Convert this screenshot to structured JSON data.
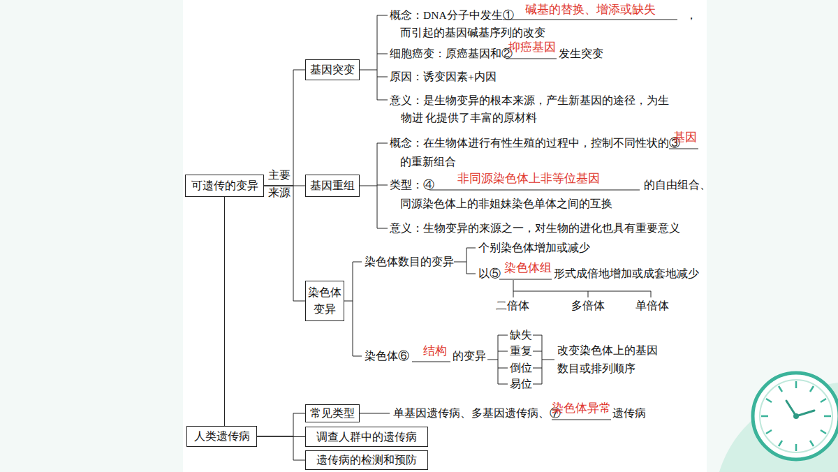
{
  "diagram": {
    "nodes": [
      {
        "text": [
          "可遗传的变异"
        ]
      },
      {
        "text": [
          "基因突变"
        ]
      },
      {
        "text": [
          "基因重组"
        ]
      },
      {
        "text": [
          "染色体 变异"
        ]
      },
      {
        "text": [
          "人类遗传病"
        ]
      },
      {
        "text": [
          "常见类型"
        ]
      },
      {
        "text": [
          "调查人群中的遗传病"
        ]
      },
      {
        "text": [
          "遗传病的检测和预防"
        ]
      }
    ],
    "edges": [
      {
        "from": 0,
        "to": 1,
        "arrow": "none"
      },
      {
        "from": 0,
        "to": 2,
        "arrow": "none"
      },
      {
        "from": 0,
        "to": 3,
        "arrow": "none"
      },
      {
        "from": 0,
        "to": 4,
        "arrow": "none"
      },
      {
        "from": 4,
        "to": 5,
        "arrow": "none"
      },
      {
        "from": 4,
        "to": 6,
        "arrow": "none"
      },
      {
        "from": 4,
        "to": 7,
        "arrow": "none"
      }
    ],
    "labels": [
      "主要 来源",
      "概念：DNA分子中发生①",
      "碱基的替换、增添或缺失",
      "，",
      "而引起的基因碱基序列的改变",
      "细胞癌变：原癌基因和②",
      "抑癌基因",
      "发生突变",
      "原因：诱变因素+内因",
      "意义：是生物变异的根本来源，产生新基因的途径，为生物进 化提供了丰富的原材料",
      "概念：在生物体进行有性生殖的过程中，控制不同性状的③",
      "基因",
      "的重新组合",
      "类型：④",
      "非同源染色体上非等位基因",
      "的自由组合、",
      "同源染色体上的非姐妹染色单体之间的互换",
      "意义：生物变异的来源之一，对生物的进化也具有重要意义",
      "染色体数目的变异",
      "个别染色体增加或减少",
      "以⑤",
      "染色体组",
      "形式成倍地增加或成套地减少",
      "二倍体",
      "多倍体",
      "单倍体",
      "染色体⑥",
      "结构",
      "的变异",
      "缺失",
      "重复",
      "倒位",
      "易位",
      "改变染色体上的基因 数目或排列顺序",
      "单基因遗传病、多基因遗传病、⑦",
      "染色体异常",
      "遗传病"
    ]
  }
}
